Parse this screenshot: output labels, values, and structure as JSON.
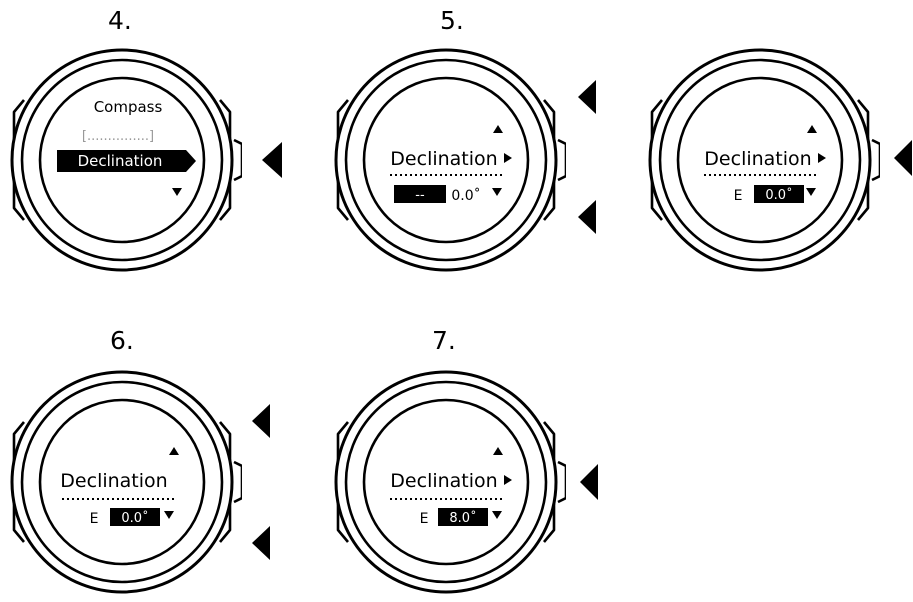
{
  "colors": {
    "ink": "#000000",
    "paper": "#ffffff",
    "faint": "#999999"
  },
  "steps": {
    "s4": "4.",
    "s5": "5.",
    "s6": "6.",
    "s7": "7."
  },
  "watch4": {
    "menu_title": "Compass",
    "menu_prev": "[...............]",
    "menu_selected": "Declination"
  },
  "watch5a": {
    "title": "Declination",
    "direction_value": "--",
    "degree_value": "0.0˚"
  },
  "watch5b": {
    "title": "Declination",
    "direction_value": "E",
    "degree_value": "0.0˚"
  },
  "watch6": {
    "title": "Declination",
    "direction_value": "E",
    "degree_value": "0.0˚"
  },
  "watch7": {
    "title": "Declination",
    "direction_value": "E",
    "degree_value": "8.0˚"
  },
  "icons": {
    "press_indicator": "left-pointing-triangle",
    "scroll_up": "up-triangle",
    "scroll_down": "down-triangle",
    "next": "right-triangle"
  }
}
